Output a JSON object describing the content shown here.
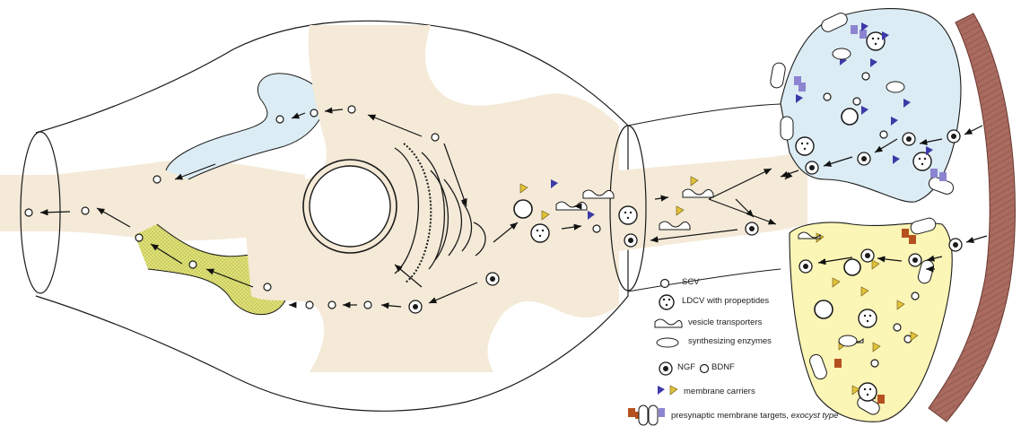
{
  "diagram": {
    "legend": {
      "scv": "SCV",
      "ldcv": "LDCV with propeptides",
      "vesicle_transporters": "vesicle transporters",
      "synthesizing_enzymes": "synthesizing enzymes",
      "ngf": "NGF",
      "bdnf": "BDNF",
      "membrane_carriers": "membrane carriers",
      "presynaptic_targets": "presynaptic membrane targets,",
      "exocyst_type": "exocyst type"
    },
    "colors": {
      "cell_body": "#f4ead7",
      "blue_compartment": "#dcecf4",
      "yellow_compartment": "#fbf5b6",
      "lysosome_green": "#dfe27a",
      "flag_blue": "#3d3aa8",
      "flag_yellow": "#e0c23a",
      "exocyst_orange": "#b5511f",
      "exocyst_purple": "#8d84d1",
      "muscle": "#a96b5f",
      "outline": "#1a1a1a"
    }
  }
}
